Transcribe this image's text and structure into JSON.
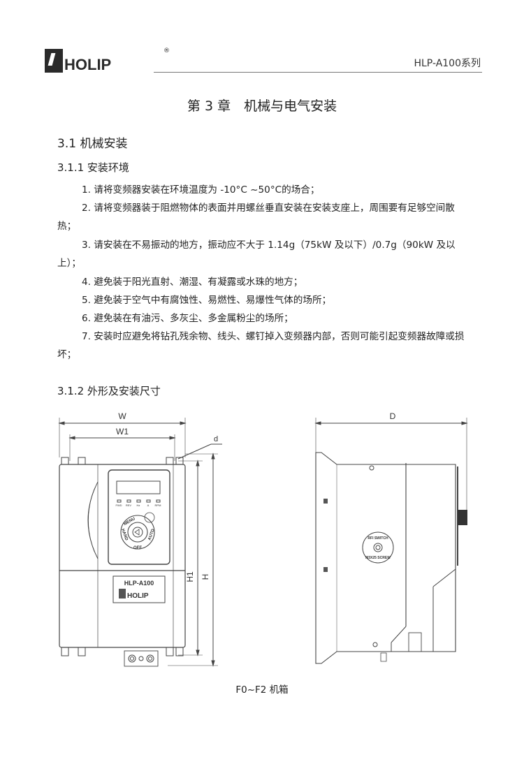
{
  "header": {
    "logo_text": "HOLIP",
    "logo_reg": "®",
    "series": "HLP-A100系列"
  },
  "chapter_title": "第 3 章　机械与电气安装",
  "section": {
    "title": "3.1 机械安装",
    "sub1": {
      "title": "3.1.1 安装环境",
      "items": [
        "1. 请将变频器安装在环境温度为 -10°C ~50°C的场合；",
        "2. 请将变频器装于阻燃物体的表面并用螺丝垂直安装在安装支座上，周围要有足够空间散热；",
        "3. 请安装在不易振动的地方，振动应不大于 1.14g（75kW 及以下）/0.7g（90kW 及以上）；",
        "4. 避免装于阳光直射、潮湿、有凝露或水珠的地方；",
        "5. 避免装于空气中有腐蚀性、易燃性、易爆性气体的场所；",
        "6. 避免装在有油污、多灰尘、多金属粉尘的场所；",
        "7. 安装时应避免将钻孔残余物、线头、螺钉掉入变频器内部，否则可能引起变频器故障或损坏；"
      ]
    },
    "sub2": {
      "title": "3.1.2 外形及安装尺寸"
    }
  },
  "drawing": {
    "dims": {
      "W": "W",
      "W1": "W1",
      "d": "d",
      "H": "H",
      "H1": "H1",
      "D": "D"
    },
    "panel": {
      "leds": [
        "FWD",
        "REV",
        "Hz",
        "A",
        "RPM"
      ],
      "buttons": {
        "menu": "MENU",
        "hand": "HAND",
        "off": "OFF",
        "auto": "AUTO"
      }
    },
    "nameplate": {
      "model": "HLP-A100",
      "brand": "HOLIP"
    },
    "side_label": {
      "top": "RFI SWITCH",
      "bottom": "M3X25 SCREW"
    },
    "caption": "F0~F2 机箱"
  }
}
